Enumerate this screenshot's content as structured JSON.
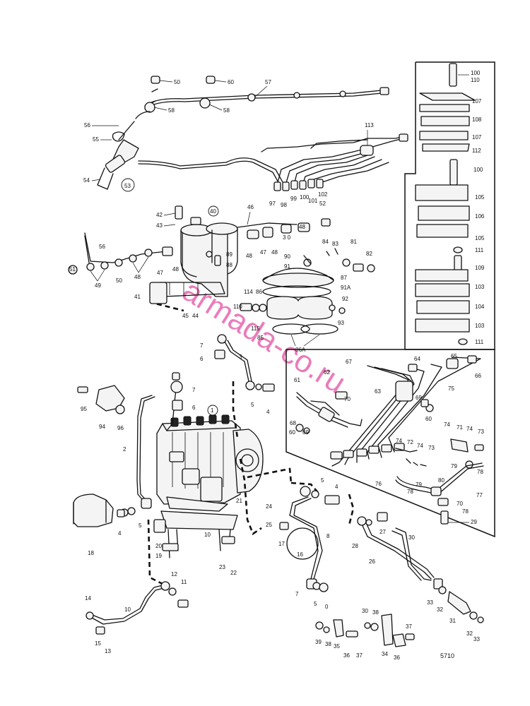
{
  "watermark": "armada-co.ru",
  "drawing_code": "5710",
  "circled_labels": [
    "53",
    "40",
    "1"
  ],
  "callouts": [
    "50",
    "60",
    "57",
    "58",
    "56",
    "55",
    "54",
    "58",
    "113",
    "97",
    "98",
    "99",
    "100",
    "101",
    "102",
    "42",
    "43",
    "46",
    "52",
    "56",
    "89",
    "88",
    "47",
    "48",
    "51",
    "49",
    "50",
    "48",
    "47",
    "48",
    "84",
    "83",
    "81",
    "82",
    "90",
    "91",
    "87",
    "91A",
    "41",
    "114",
    "86",
    "110",
    "92",
    "115",
    "85",
    "93",
    "45",
    "44",
    "7",
    "3",
    "86A",
    "6",
    "7",
    "5",
    "4",
    "95",
    "6",
    "94",
    "96",
    "2",
    "67",
    "64",
    "65",
    "66",
    "62",
    "61",
    "63",
    "75",
    "70",
    "69",
    "68",
    "60",
    "69",
    "74",
    "71",
    "74",
    "73",
    "72",
    "74",
    "73",
    "79",
    "78",
    "76",
    "80",
    "77",
    "78",
    "79",
    "70",
    "78",
    "29",
    "5",
    "4",
    "8",
    "16",
    "17",
    "25",
    "24",
    "21",
    "27",
    "28",
    "26",
    "30",
    "4",
    "5",
    "18",
    "20",
    "19",
    "23",
    "22",
    "12",
    "11",
    "14",
    "10",
    "15",
    "13",
    "7",
    "5",
    "0",
    "33",
    "32",
    "31",
    "32",
    "33",
    "30",
    "38",
    "39",
    "38",
    "35",
    "36",
    "37",
    "34",
    "36",
    "37",
    "100",
    "110",
    "107",
    "108",
    "107",
    "112",
    "100",
    "105",
    "106",
    "105",
    "111",
    "109",
    "103",
    "104",
    "103",
    "111"
  ]
}
